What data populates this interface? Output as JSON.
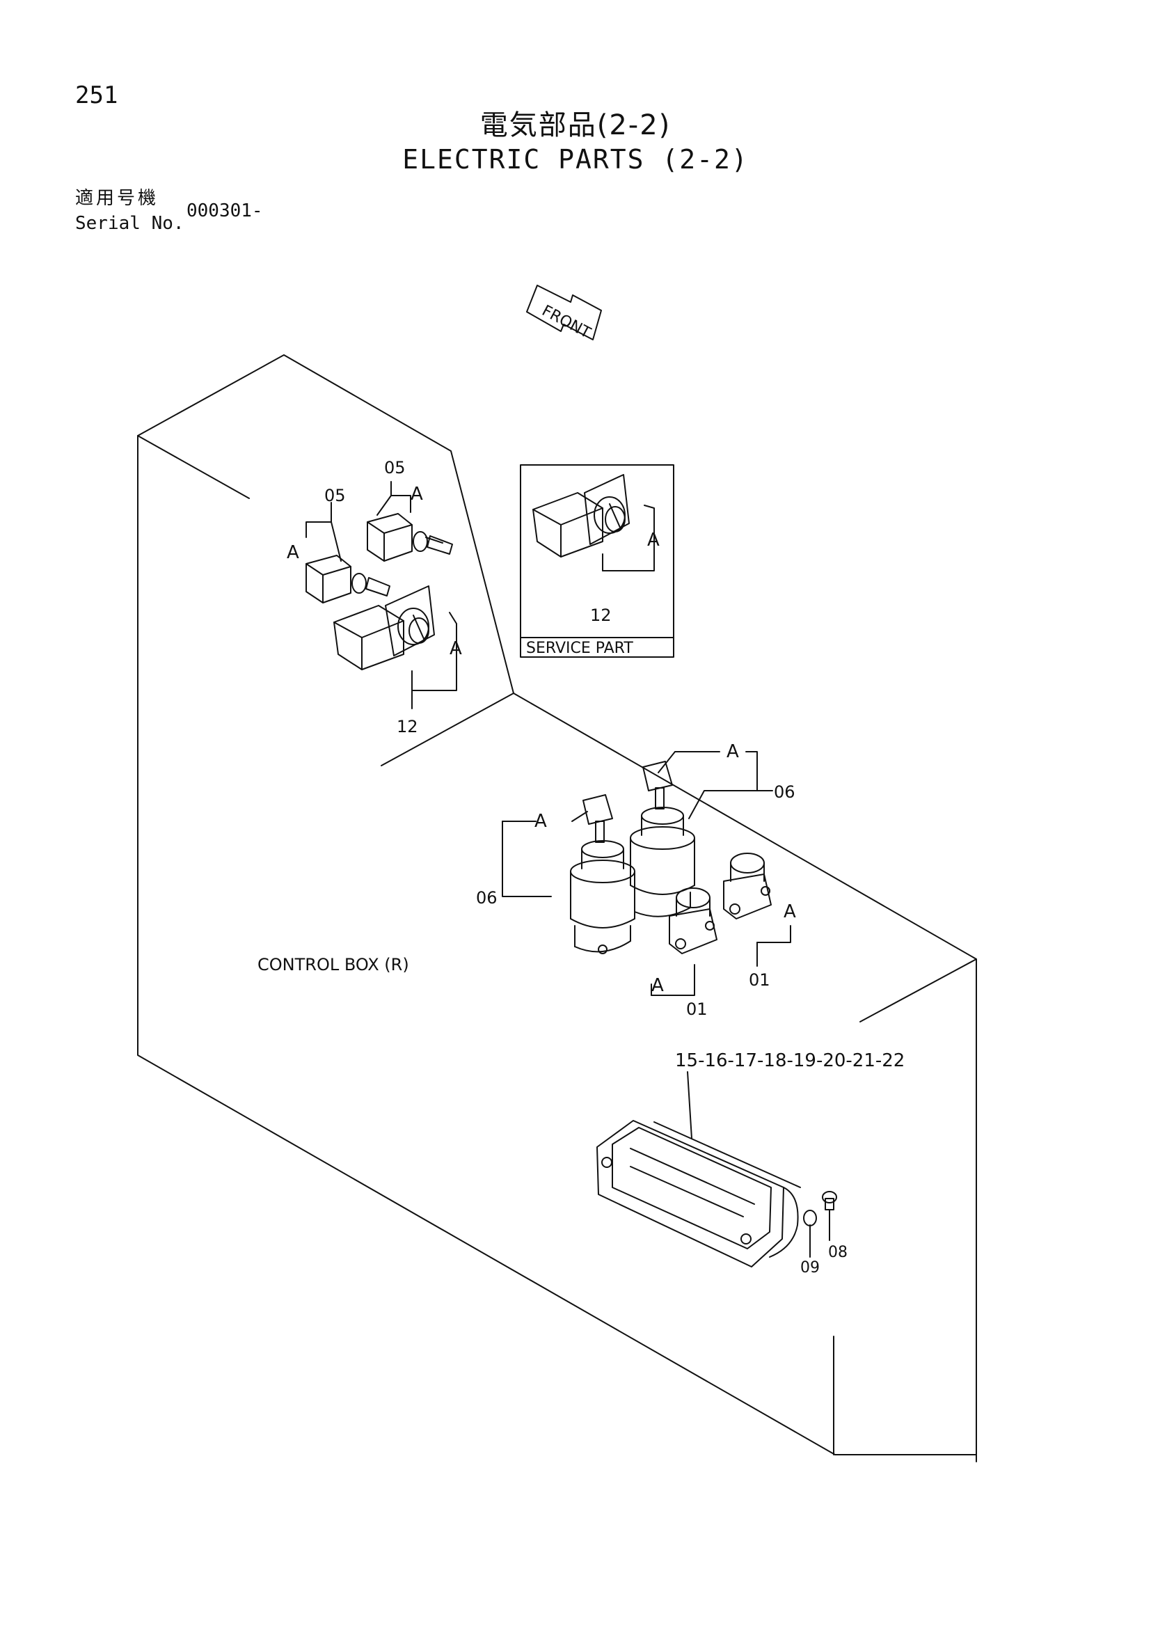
{
  "page_number": "251",
  "title_jp": "電気部品(2-2)",
  "title_en": "ELECTRIC PARTS (2-2)",
  "serial": {
    "label_jp": "適用号機",
    "label_en": "Serial No.",
    "value": "000301-"
  },
  "front_label": "FRONT",
  "service_part_label": "SERVICE PART",
  "control_box_label": "CONTROL  BOX (R)",
  "callouts": {
    "switch_05_a": "05",
    "switch_05_b": "05",
    "rotary_12": "12",
    "rotary_12_service": "12",
    "key_06_a": "06",
    "key_06_b": "06",
    "push_01_a": "01",
    "push_01_b": "01",
    "panel_group": "15-16-17-18-19-20-21-22",
    "washer_09": "09",
    "screw_08": "08",
    "a": "A"
  }
}
